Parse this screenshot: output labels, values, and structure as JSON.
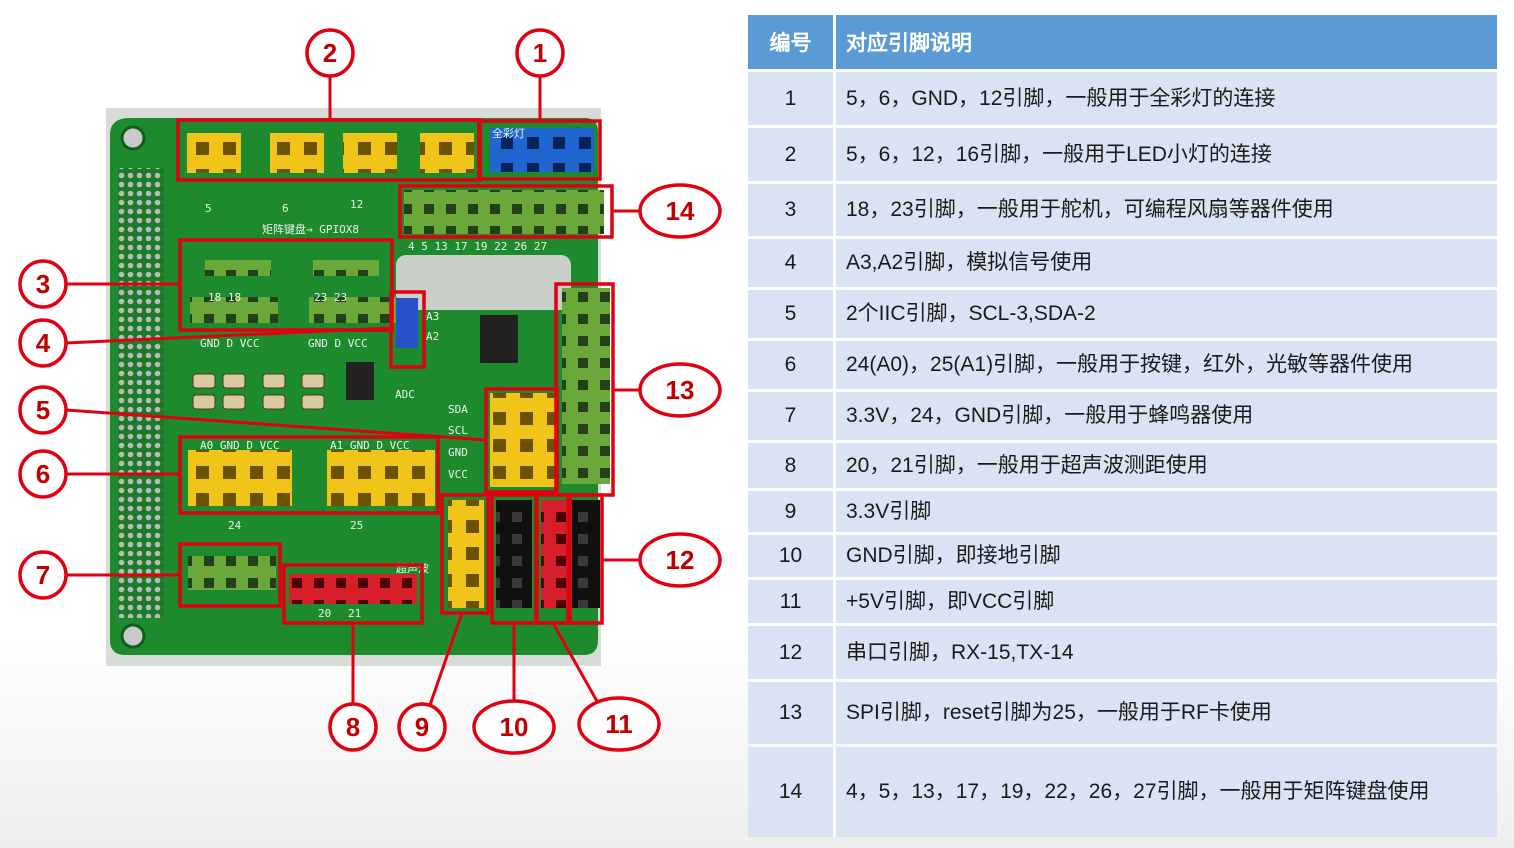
{
  "callouts": [
    "1",
    "2",
    "3",
    "4",
    "5",
    "6",
    "7",
    "8",
    "9",
    "10",
    "11",
    "12",
    "13",
    "14"
  ],
  "silkscreen": {
    "pins_5": "5",
    "pins_6": "6",
    "pins_12": "12",
    "matrix": "矩阵键盘→ GPIOX8",
    "matrix_nums": "4 5 13 17 19 22 26 27",
    "servo1": "18 18",
    "servo2": "23 23",
    "gnd_d_vcc_1": "GND D VCC",
    "gnd_d_vcc_2": "GND D VCC",
    "a3": "A3",
    "a2": "A2",
    "adc": "ADC",
    "sda": "SDA",
    "scl": "SCL",
    "gnd": "GND",
    "vcc": "VCC",
    "a0_label": "A0 GND D VCC",
    "a1_label": "A1 GND D VCC",
    "n24": "24",
    "n25": "25",
    "n20": "20",
    "n21": "21",
    "ultra": "超声波",
    "rgb": "全彩灯"
  },
  "table": {
    "header": {
      "num": "编号",
      "desc": "对应引脚说明"
    },
    "rows": [
      {
        "num": "1",
        "desc": "5，6，GND，12引脚，一般用于全彩灯的连接"
      },
      {
        "num": "2",
        "desc": "5，6，12，16引脚，一般用于LED小灯的连接"
      },
      {
        "num": "3",
        "desc": "18，23引脚，一般用于舵机，可编程风扇等器件使用"
      },
      {
        "num": "4",
        "desc": "A3,A2引脚，模拟信号使用"
      },
      {
        "num": "5",
        "desc": "2个IIC引脚，SCL-3,SDA-2"
      },
      {
        "num": "6",
        "desc": "24(A0)，25(A1)引脚，一般用于按键，红外，光敏等器件使用"
      },
      {
        "num": "7",
        "desc": "3.3V，24，GND引脚，一般用于蜂鸣器使用"
      },
      {
        "num": "8",
        "desc": "20，21引脚，一般用于超声波测距使用"
      },
      {
        "num": "9",
        "desc": "3.3V引脚"
      },
      {
        "num": "10",
        "desc": "GND引脚，即接地引脚"
      },
      {
        "num": "11",
        "desc": "+5V引脚，即VCC引脚"
      },
      {
        "num": "12",
        "desc": "串口引脚，RX-15,TX-14"
      },
      {
        "num": "13",
        "desc": "SPI引脚，reset引脚为25，一般用于RF卡使用"
      },
      {
        "num": "14",
        "desc": "4，5，13，17，19，22，26，27引脚，一般用于矩阵键盘使用"
      }
    ]
  },
  "colors": {
    "callout": "#c00000",
    "header_bg": "#5b9bd5",
    "row_bg": "#dae3f3",
    "pcb": "#1e8a2e"
  }
}
